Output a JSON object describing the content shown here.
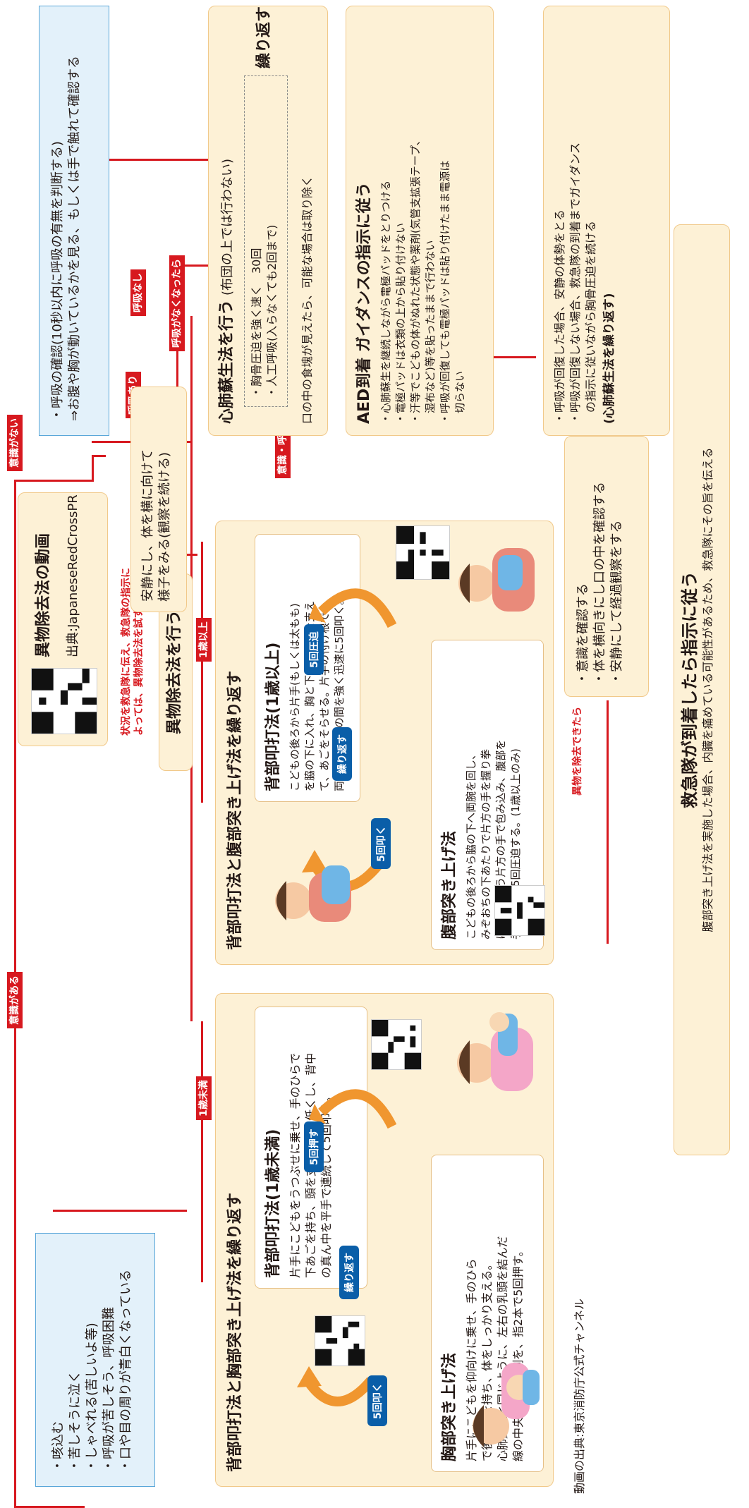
{
  "labels": {
    "conscious": "意識がある",
    "unconscious": "意識がない",
    "under1": "1歳未満",
    "over1": "1歳以上",
    "breathing": "呼吸あり",
    "no_breathing": "呼吸なし",
    "stopped_breathing": "呼吸がなくなったら",
    "unconscious_stop": "意識・呼吸がなくなったら",
    "removed": "異物を除去できたら",
    "report_note": "状況を救急隊に伝え、救急隊の指示に\nよっては、異物除去法を試す"
  },
  "symptoms": {
    "text": "・咳込む\n・苦しそうに泣く\n・しゃべれる(苦しいよ等)\n・呼吸が苦しそう、呼吸困難\n・口や目の周りが青白くなっている"
  },
  "breathing_check": {
    "text": "・呼吸の確認(10秒以内に呼吸の有無を判断する)\n⇒お腹や胸が動いているかを見る、もしくは手で触れて確認する"
  },
  "video_box": {
    "title": "異物除去法の動画",
    "source": "出典:JapaneseRedCrossPR"
  },
  "removal_title": "異物除去法を行う",
  "recovery_box": {
    "text": "安静にし、体を横に向けて\n様子をみる(観察を続ける)"
  },
  "infant_panel": {
    "title": "背部叩打法と胸部突き上げ法を繰り返す",
    "back_title": "背部叩打法(1歳未満)",
    "back_text": "片手にこどもをうつぶせに乗せ、手のひらで\n下あごを持ち、頭を支えて頭を低くし、背中\nの真ん中を平手で連続して5回叩く。",
    "chest_title": "胸部突き上げ法",
    "chest_text": "片手にこどもを仰向けに乗せ、手のひら\nで後頭部を持ち、体をしっかり支える。\n心肺蘇生と同じように、左右の乳頭を結んだ\n線の中央で少し足側を、指2本で5回押す。",
    "pill_back": "5回叩く",
    "pill_chest": "5回押す",
    "pill_repeat": "繰り返す"
  },
  "child_panel": {
    "title": "背部叩打法と腹部突き上げ法を繰り返す",
    "back_title": "背部叩打法(1歳以上)",
    "back_text": "こどもの後ろから片手(もしくは太もも)\nを脇の下に入れ、胸と下あご部分を支え\nて、あごをそらせる。片手の付け根で\n両側の肩甲骨の間を強く迅速に5回叩く。",
    "abd_title": "腹部突き上げ法",
    "abd_text": "こどもの後ろから脇の下へ両腕を回し、\nみぞおちの下あたりで片方の手を握り拳\nにして、もう片方の手で包み込み、腹部を\n手前上方へ5回圧迫する。(1歳以上のみ)",
    "pill_back": "5回叩く",
    "pill_abd": "5回圧迫",
    "pill_repeat": "繰り返す"
  },
  "after_removal": {
    "text": "・意識を確認する\n・体を横向きにし口の中を確認する\n・安静にして経過観察をする"
  },
  "cpr_box": {
    "title": "心肺蘇生法を行う",
    "subtitle": "(布団の上では行わない)",
    "items": "・胸骨圧迫を強く速く　30回\n・人工呼吸(入らなくても2回まで)",
    "repeat": "繰り返す",
    "note": "口の中の食塊が見えたら、可能な場合は取り除く"
  },
  "aed_box": {
    "title": "AED到着 ガイダンスの指示に従う",
    "text": "・心肺蘇生を継続しながら電極パッドをとりつける\n・電極パッドは衣類の上から貼り付けない\n・汗等でこどもの体がぬれた状態や薬剤(気管支拡張テープ、\n　湿布など)等を貼ったままで行わない\n・呼吸が回復しても電極パッドは貼り付けたまま電源は\n　切らない"
  },
  "guidance_box": {
    "text": "・呼吸が回復した場合、安静の体勢をとる\n・呼吸が回復しない場合、救急隊の到着までガイダンス\n　の指示に従いながら胸骨圧迫を続ける",
    "bold": "(心肺蘇生法を繰り返す)"
  },
  "ems_box": {
    "title": "救急隊が到着したら指示に従う",
    "text": "腹部突き上げ法を実施した場合、内臓を痛めている可能性があるため、救急隊にその旨を伝える"
  },
  "footer": "動画の出典:東京消防庁公式チャンネル",
  "colors": {
    "red": "#d7191f",
    "navy": "#0a5ea8",
    "orange": "#f0962f",
    "yellow_bg": "#fdf1d6",
    "blue_bg": "#e3f1fa"
  }
}
